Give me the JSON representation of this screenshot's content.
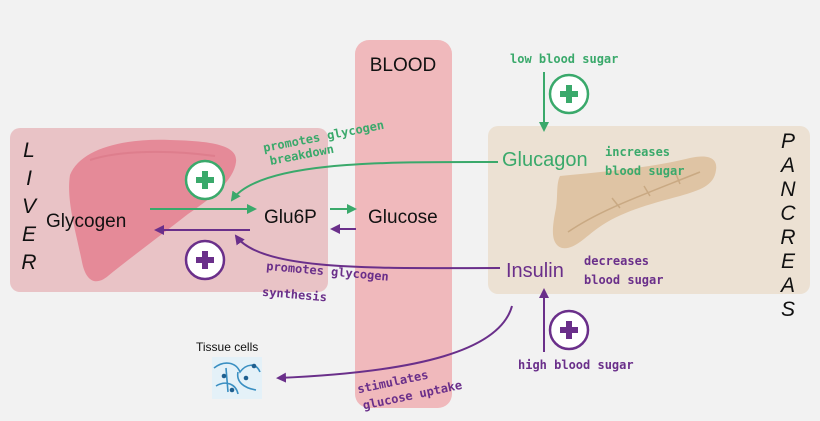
{
  "colors": {
    "background": "#f2f2f2",
    "liver_panel": "#e9c3c6",
    "blood_column": "#f0b4b7",
    "pancreas_panel": "#ece1d3",
    "liver_organ": "#e58a98",
    "pancreas_organ": "#dfc4a4",
    "green": "#3aa96b",
    "purple": "#6a2f8a",
    "text": "#111111"
  },
  "labels": {
    "liver": [
      "L",
      "I",
      "V",
      "E",
      "R"
    ],
    "pancreas": [
      "P",
      "A",
      "N",
      "C",
      "R",
      "E",
      "A",
      "S"
    ],
    "blood": "BLOOD",
    "glycogen": "Glycogen",
    "glu6p": "Glu6P",
    "glucose": "Glucose",
    "glucagon": "Glucagon",
    "insulin": "Insulin",
    "tissue_cells": "Tissue cells"
  },
  "annotations": {
    "low_blood_sugar": "low blood sugar",
    "high_blood_sugar": "high blood sugar",
    "promotes_breakdown": [
      "promotes glycogen",
      "breakdown"
    ],
    "promotes_synthesis": [
      "promotes glycogen",
      "synthesis"
    ],
    "increases": [
      "increases",
      "blood sugar"
    ],
    "decreases": [
      "decreases",
      "blood sugar"
    ],
    "stimulates": [
      "stimulates",
      "glucose uptake"
    ]
  },
  "icons": {
    "plus_green": "plus-circle-icon",
    "plus_purple": "plus-circle-icon",
    "tissue": "tissue-cells-icon"
  }
}
